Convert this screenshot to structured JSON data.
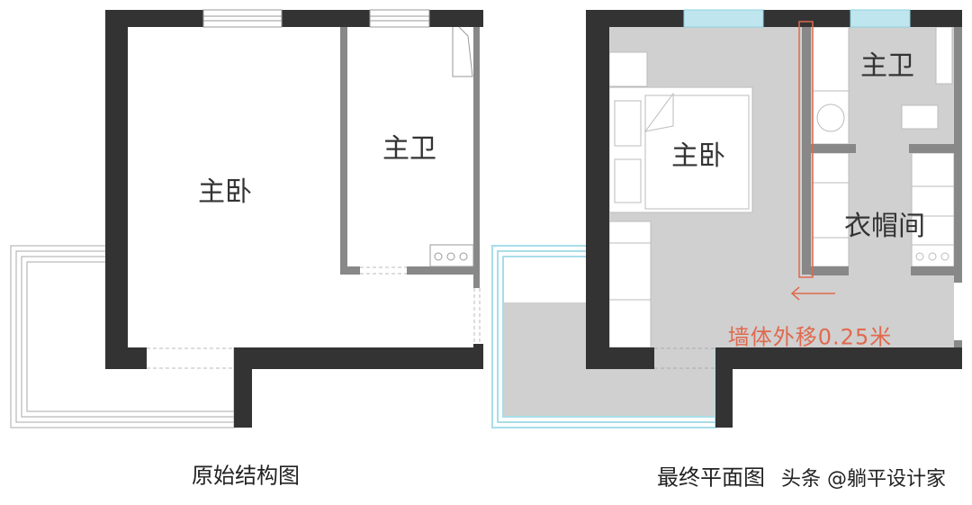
{
  "colors": {
    "wall": "#333333",
    "partition": "#888888",
    "floor": "#d0d0d0",
    "glass": "#a8dde8",
    "annotation": "#e0694e"
  },
  "left_plan": {
    "caption": "原始结构图",
    "rooms": {
      "bedroom": "主卧",
      "bathroom": "主卫"
    }
  },
  "right_plan": {
    "caption": "最终平面图",
    "rooms": {
      "bedroom": "主卧",
      "bathroom": "主卫",
      "closet": "衣帽间"
    },
    "annotation": "墙体外移0.25米"
  },
  "watermark": "头条 @躺平设计家"
}
